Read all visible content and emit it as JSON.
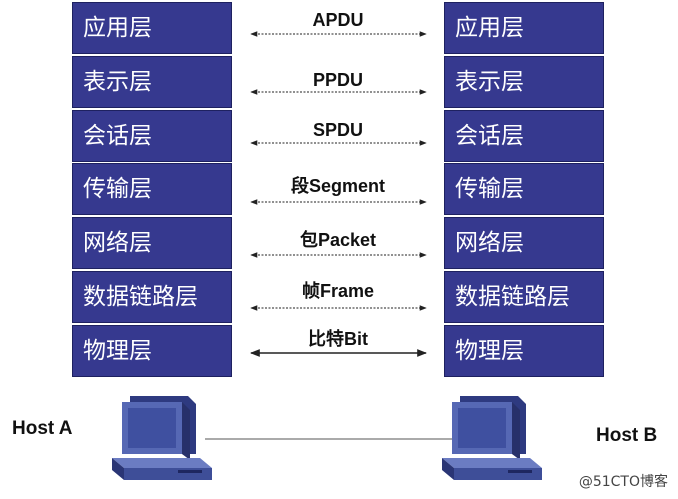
{
  "layers_left": [
    "应用层",
    "表示层",
    "会话层",
    "传输层",
    "网络层",
    "数据链路层",
    "物理层"
  ],
  "layers_right": [
    "应用层",
    "表示层",
    "会话层",
    "传输层",
    "网络层",
    "数据链路层",
    "物理层"
  ],
  "pdus": [
    "APDU",
    "PPDU",
    "SPDU",
    "段Segment",
    "包Packet",
    "帧Frame",
    "比特Bit"
  ],
  "hosts": {
    "a": "Host A",
    "b": "Host B"
  },
  "watermark": "@51CTO博客",
  "colors": {
    "layer_fill": "#36398f",
    "layer_text": "#ffffff",
    "computer": "#3e4e98"
  }
}
